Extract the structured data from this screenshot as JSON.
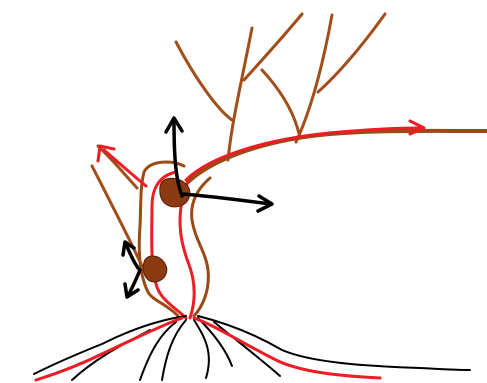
{
  "diagram": {
    "kind": "hand-drawn illustration of a pruned grapevine with sap-flow arrows",
    "colors": {
      "background": "#ffffff",
      "wood": "#9a4a14",
      "cane": "#a24e1a",
      "wound": "#8b3a12",
      "sap_flow": "#ee1c24",
      "growth_arrows": "#000000",
      "roots_black": "#000000",
      "roots_red": "#ee1c24"
    },
    "elements": [
      "trunk",
      "cordon-arm",
      "upright-shoots",
      "left-spur-canes",
      "upper-pruning-wound",
      "lower-pruning-wound",
      "sap-flow-lines",
      "black-growth-arrows",
      "root-system"
    ]
  }
}
